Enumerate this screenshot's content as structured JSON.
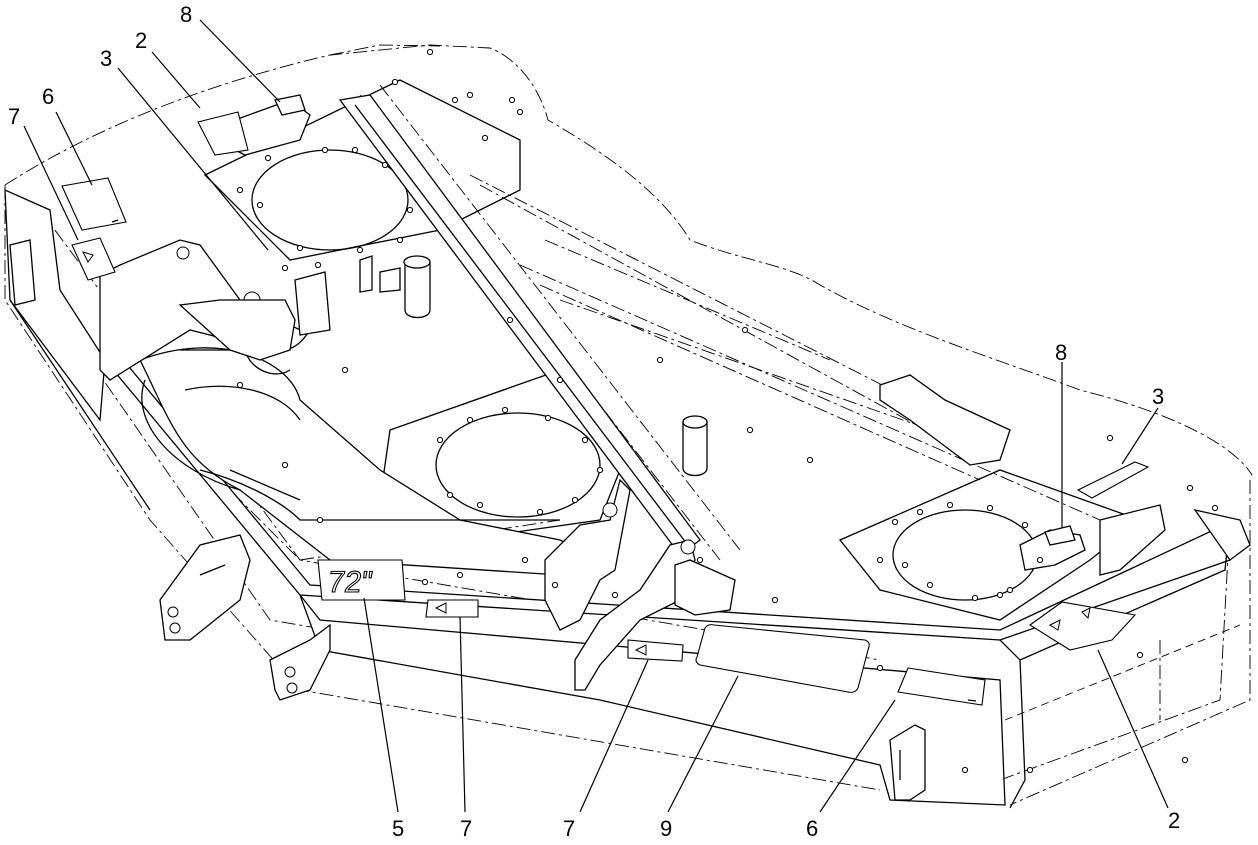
{
  "diagram": {
    "callouts": [
      {
        "id": "c1",
        "label": "8"
      },
      {
        "id": "c2",
        "label": "2"
      },
      {
        "id": "c3",
        "label": "3"
      },
      {
        "id": "c4",
        "label": "6"
      },
      {
        "id": "c5",
        "label": "7"
      },
      {
        "id": "c6",
        "label": "8"
      },
      {
        "id": "c7",
        "label": "3"
      },
      {
        "id": "c8",
        "label": "5"
      },
      {
        "id": "c9",
        "label": "7"
      },
      {
        "id": "c10",
        "label": "7"
      },
      {
        "id": "c11",
        "label": "9"
      },
      {
        "id": "c12",
        "label": "6"
      },
      {
        "id": "c13",
        "label": "2"
      }
    ],
    "deck_size_decal": "72\""
  }
}
